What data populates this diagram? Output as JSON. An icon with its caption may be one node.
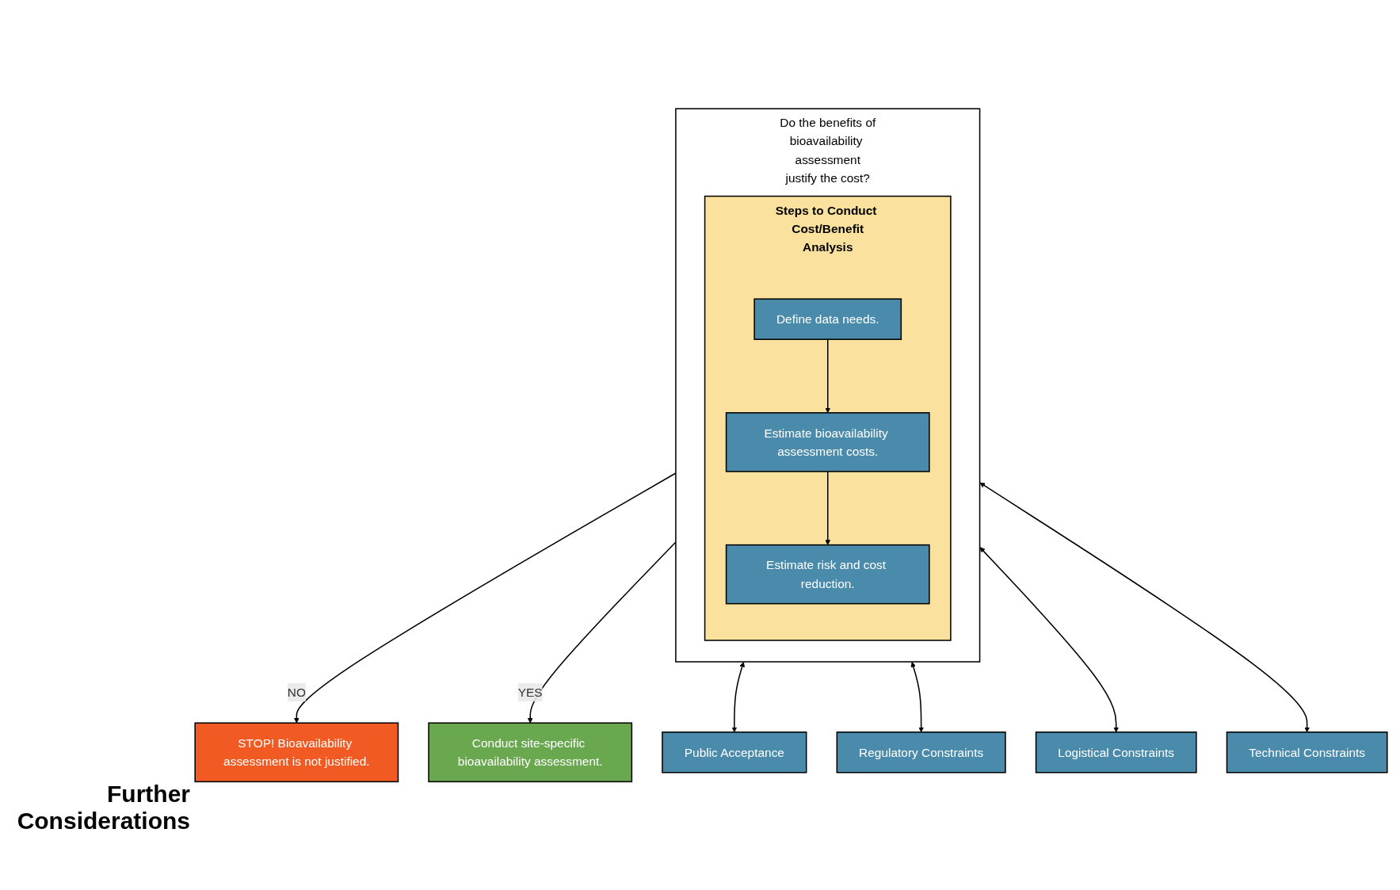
{
  "diagram": {
    "nodes": [
      {
        "text": [
          "Do the benefits of bioavailability assessment justify the cost?"
        ]
      },
      {
        "text": [
          "Steps to Conduct Cost/Benefit Analysis"
        ],
        "in": 0
      },
      {
        "text": [
          "Define data needs."
        ],
        "in": 1
      },
      {
        "text": [
          "Estimate bioavailability assessment costs."
        ],
        "in": 1
      },
      {
        "text": [
          "Estimate risk and cost reduction."
        ],
        "in": 1
      },
      {
        "text": [
          "STOP! Bioavailability assessment is not justified."
        ]
      },
      {
        "text": [
          "Conduct site-specific bioavailability assessment."
        ]
      },
      {
        "text": [
          "Public Acceptance"
        ]
      },
      {
        "text": [
          "Regulatory Constraints"
        ]
      },
      {
        "text": [
          "Logistical Constraints"
        ]
      },
      {
        "text": [
          "Technical Constraints"
        ]
      }
    ],
    "edges": [
      {
        "from": 2,
        "to": 3,
        "arrow": "to"
      },
      {
        "from": 3,
        "to": 4,
        "arrow": "to"
      },
      {
        "from": 0,
        "to": 5,
        "arrow": "to",
        "label": "NO"
      },
      {
        "from": 0,
        "to": 6,
        "arrow": "to",
        "label": "YES"
      },
      {
        "from": 0,
        "to": 7,
        "arrow": "both"
      },
      {
        "from": 0,
        "to": 8,
        "arrow": "both"
      },
      {
        "from": 0,
        "to": 9,
        "arrow": "both"
      },
      {
        "from": 0,
        "to": 10,
        "arrow": "both"
      }
    ],
    "labels": [
      "Further Considerations"
    ]
  }
}
